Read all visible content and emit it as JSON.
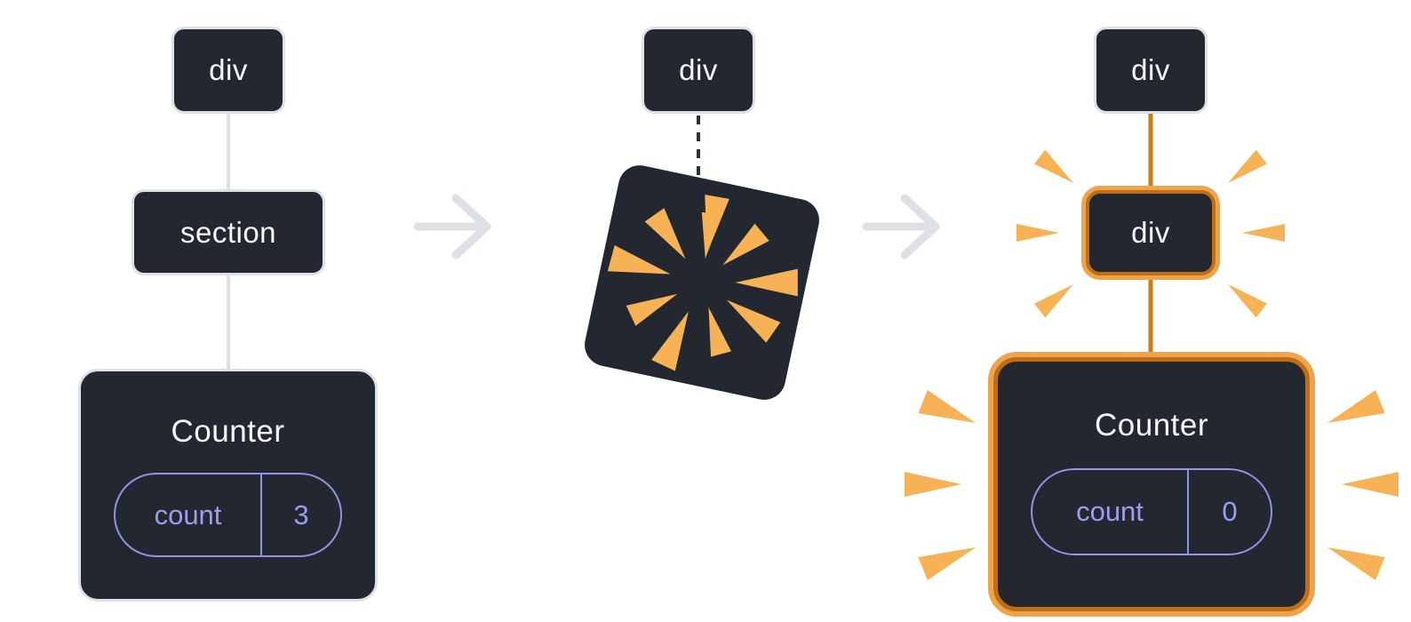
{
  "colors": {
    "node_background": "#23272F",
    "node_text": "#F6F7F9",
    "connector_light": "#DDE0E5",
    "connector_dashed": "#2A2F38",
    "highlight_border": "#C06E12",
    "highlight_glow": "#ECA44D",
    "highlight_line": "#CE7B1A",
    "spark": "#F6B254",
    "state_border": "#8F92E8",
    "state_text": "#9B9EF0"
  },
  "icons": {
    "arrow_right_icon": "→",
    "explosion_icon": "burst-sparks",
    "spark_icon": "spark-wedge"
  },
  "panels": {
    "left": {
      "root_label": "div",
      "child_label": "section",
      "component": {
        "name": "Counter",
        "state_key": "count",
        "state_value": "3"
      }
    },
    "middle": {
      "root_label": "div"
    },
    "right": {
      "root_label": "div",
      "child_label": "div",
      "component": {
        "name": "Counter",
        "state_key": "count",
        "state_value": "0"
      }
    }
  }
}
